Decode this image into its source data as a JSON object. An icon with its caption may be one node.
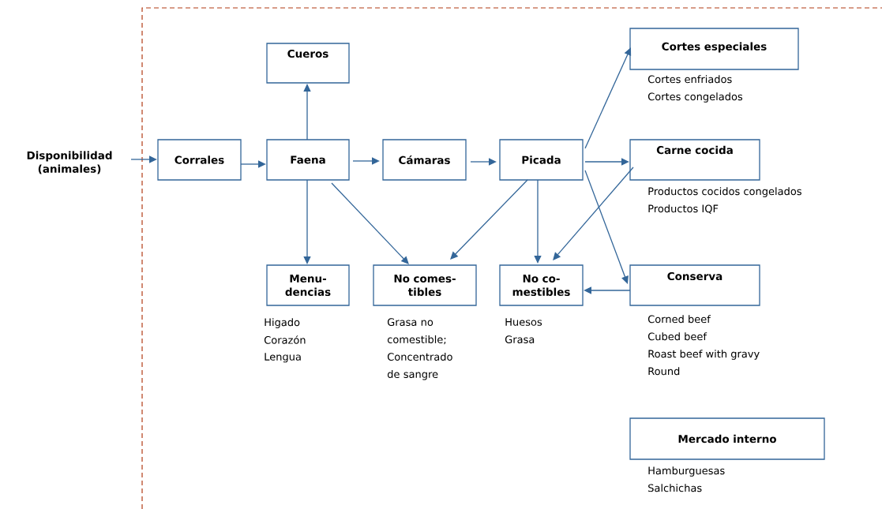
{
  "diagram": {
    "nodes": [
      {
        "text": [
          "Disponibilidad (animales)"
        ]
      },
      {
        "text": [
          "Cueros"
        ]
      },
      {
        "text": [
          "Corrales"
        ]
      },
      {
        "text": [
          "Faena"
        ]
      },
      {
        "text": [
          "Cámaras"
        ]
      },
      {
        "text": [
          "Picada"
        ]
      },
      {
        "text": [
          "Cortes especiales"
        ],
        "beside": [
          "Cortes enfriados",
          "Cortes congelados"
        ]
      },
      {
        "text": [
          "Carne cocida"
        ],
        "beside": [
          "Productos cocidos congelados",
          "Productos IQF"
        ]
      },
      {
        "text": [
          "Menu- dencias"
        ],
        "beside": [
          "Higado",
          "Corazón",
          "Lengua"
        ]
      },
      {
        "text": [
          "No comes- tibles"
        ],
        "beside": [
          "Grasa no comestible; Concentrado de sangre"
        ]
      },
      {
        "text": [
          "No co- mestibles"
        ],
        "beside": [
          "Huesos",
          "Grasa"
        ]
      },
      {
        "text": [
          "Conserva"
        ],
        "beside": [
          "Corned beef",
          "Cubed beef",
          "Roast beef with gravy",
          "Round"
        ]
      },
      {
        "text": [
          "Mercado interno"
        ],
        "beside": [
          "Hamburguesas",
          "Salchichas"
        ]
      }
    ],
    "edges": [
      {
        "from": 0,
        "to": 2,
        "arrow": "to"
      },
      {
        "from": 2,
        "to": 3,
        "arrow": "to"
      },
      {
        "from": 3,
        "to": 1,
        "arrow": "to"
      },
      {
        "from": 3,
        "to": 4,
        "arrow": "to"
      },
      {
        "from": 3,
        "to": 8,
        "arrow": "to"
      },
      {
        "from": 3,
        "to": 9,
        "arrow": "to"
      },
      {
        "from": 4,
        "to": 5,
        "arrow": "to"
      },
      {
        "from": 5,
        "to": 6,
        "arrow": "to"
      },
      {
        "from": 5,
        "to": 7,
        "arrow": "to"
      },
      {
        "from": 5,
        "to": 9,
        "arrow": "to"
      },
      {
        "from": 5,
        "to": 10,
        "arrow": "to"
      },
      {
        "from": 5,
        "to": 11,
        "arrow": "to"
      },
      {
        "from": 7,
        "to": 10,
        "arrow": "to"
      },
      {
        "from": 11,
        "to": 10,
        "arrow": "to"
      }
    ]
  }
}
